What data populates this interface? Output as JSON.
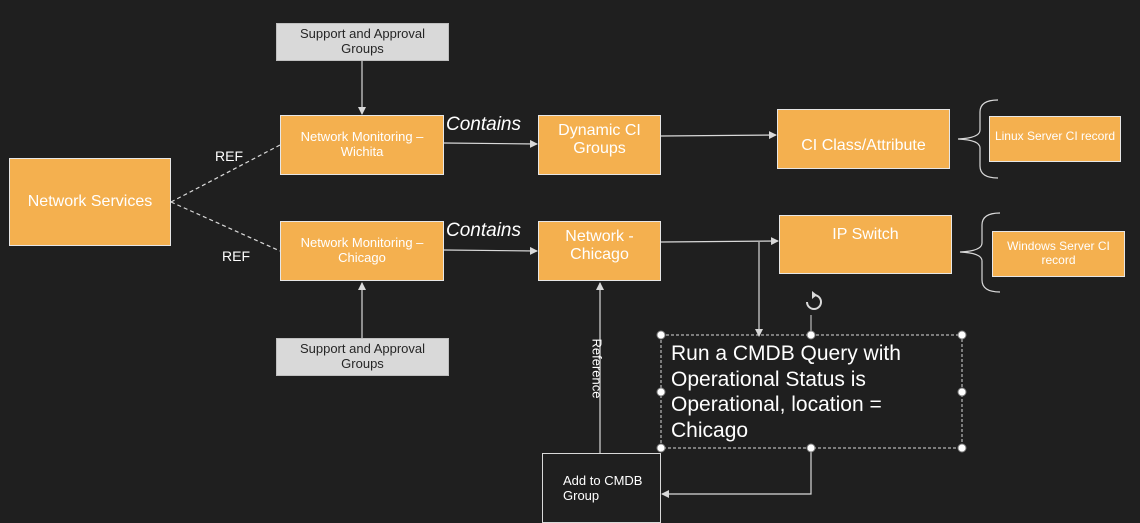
{
  "nodes": {
    "network_services": "Network Services",
    "monitoring_wichita": "Network Monitoring – Wichita",
    "monitoring_chicago": "Network Monitoring – Chicago",
    "support_top": "Support and Approval Groups",
    "support_bottom": "Support and Approval Groups",
    "dynamic_ci": "Dynamic CI Groups",
    "network_chicago": "Network - Chicago",
    "ci_class": "CI Class/Attribute",
    "ip_switch": "IP Switch",
    "linux_record": "Linux Server CI record",
    "windows_record": "Windows Server CI record",
    "add_cmdb": "Add to CMDB Group",
    "query": "Run a CMDB Query with Operational Status is Operational, location = Chicago"
  },
  "labels": {
    "ref_top": "REF",
    "ref_bottom": "REF",
    "contains_top": "Contains",
    "contains_bottom": "Contains",
    "reference": "Reference"
  },
  "icons": {
    "rotate_handle": "rotate-icon"
  },
  "colors": {
    "background": "#1f1f1f",
    "node_fill": "#f4b04f",
    "support_fill": "#d9d9d9",
    "line": "#d9d9d9"
  }
}
